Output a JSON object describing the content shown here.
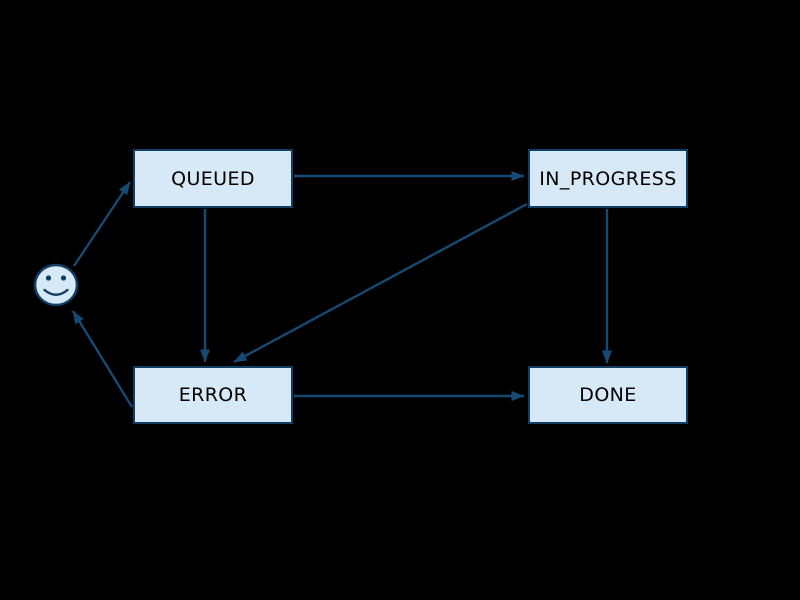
{
  "diagram": {
    "type": "state-machine",
    "background_color": "#000000",
    "colors": {
      "node_fill": "#d7e8f7",
      "node_border": "#123e63",
      "edge_line": "#164a73",
      "node_text": "#000000"
    },
    "nodes": [
      {
        "id": "actor",
        "kind": "smiley-actor",
        "label": ""
      },
      {
        "id": "queued",
        "kind": "state",
        "label": "QUEUED"
      },
      {
        "id": "in_progress",
        "kind": "state",
        "label": "IN_PROGRESS"
      },
      {
        "id": "error",
        "kind": "state",
        "label": "ERROR"
      },
      {
        "id": "done",
        "kind": "state",
        "label": "DONE"
      }
    ],
    "edges": [
      {
        "from": "actor",
        "to": "queued"
      },
      {
        "from": "queued",
        "to": "in_progress"
      },
      {
        "from": "queued",
        "to": "error"
      },
      {
        "from": "in_progress",
        "to": "error"
      },
      {
        "from": "in_progress",
        "to": "done"
      },
      {
        "from": "error",
        "to": "done"
      },
      {
        "from": "error",
        "to": "actor"
      }
    ]
  }
}
